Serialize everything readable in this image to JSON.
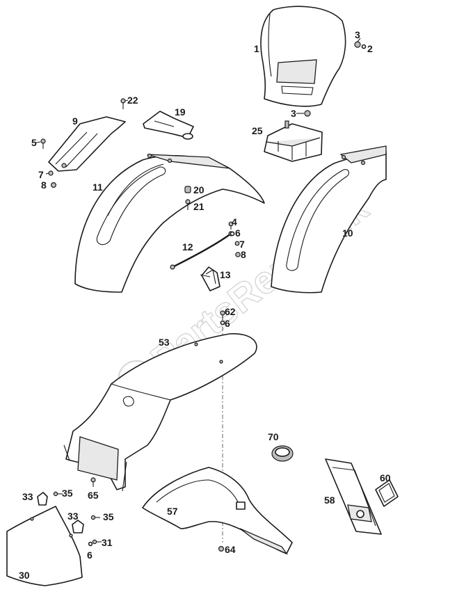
{
  "watermark": "PartsRepublik",
  "labels": {
    "l1": "1",
    "l2": "2",
    "l3a": "3",
    "l3b": "3",
    "l4": "4",
    "l5": "5",
    "l6a": "6",
    "l6b": "6",
    "l6c": "6",
    "l7a": "7",
    "l7b": "7",
    "l8a": "8",
    "l8b": "8",
    "l9": "9",
    "l10": "10",
    "l11": "11",
    "l12": "12",
    "l13": "13",
    "l19": "19",
    "l20": "20",
    "l21": "21",
    "l22": "22",
    "l25": "25",
    "l30": "30",
    "l31": "31",
    "l33a": "33",
    "l33b": "33",
    "l35a": "35",
    "l35b": "35",
    "l53": "53",
    "l57": "57",
    "l58": "58",
    "l60": "60",
    "l62": "62",
    "l64": "64",
    "l65": "65",
    "l70": "70"
  }
}
